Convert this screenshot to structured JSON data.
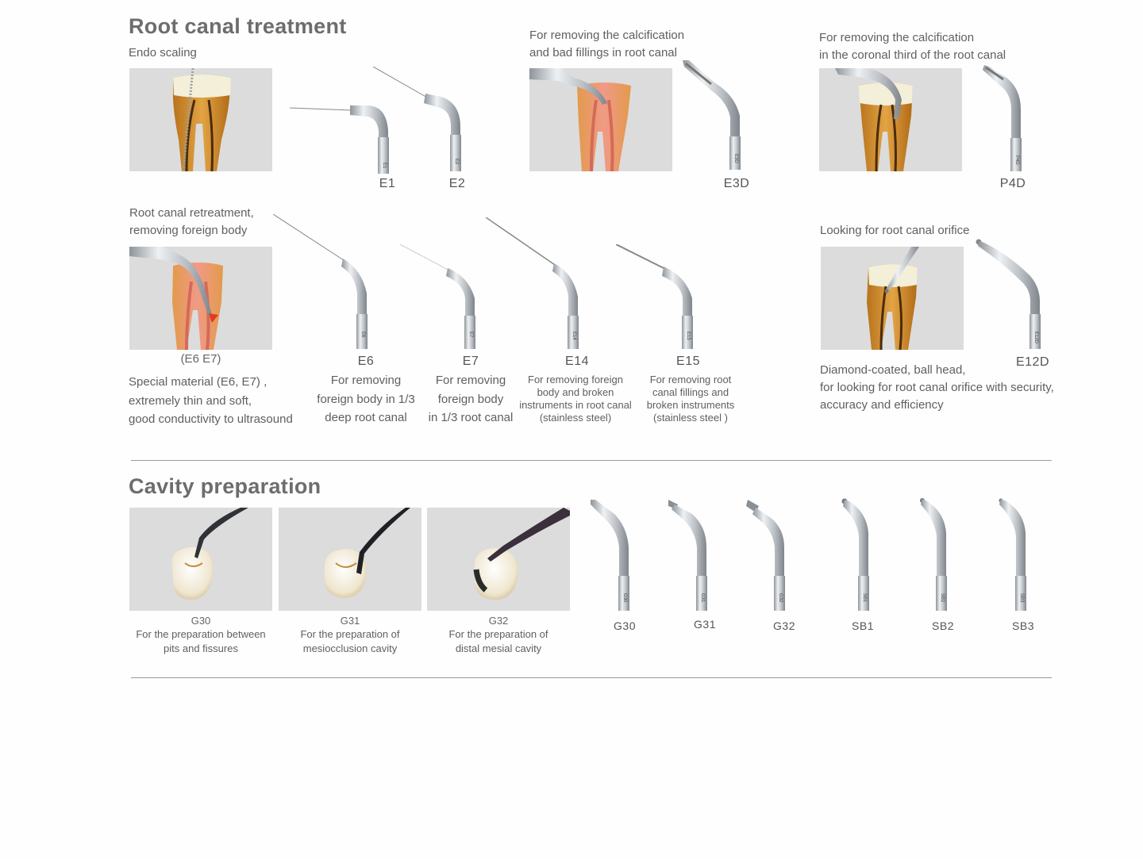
{
  "root_canal": {
    "title": "Root canal treatment",
    "endo_scaling": {
      "caption": "Endo scaling",
      "tips": [
        "E1",
        "E2"
      ],
      "engravings": [
        "E1",
        "E2"
      ]
    },
    "calcification": {
      "caption_lines": [
        "For removing the calcification",
        "and bad fillings in root canal"
      ],
      "tip": "E3D",
      "engraving": "E3D"
    },
    "coronal": {
      "caption_lines": [
        "For removing the calcification",
        "in the coronal third of the root canal"
      ],
      "tip": "P4D",
      "engraving": "P4D"
    },
    "retreatment": {
      "caption_lines": [
        "Root canal retreatment,",
        "removing foreign body"
      ],
      "photo_label": "(E6 E7)",
      "desc_lines": [
        "Special material (E6, E7) ,",
        "extremely thin and soft,",
        "good conductivity to ultrasound"
      ],
      "tips": [
        {
          "code": "E6",
          "engraving": "E6",
          "desc_lines": [
            "For removing",
            "foreign body in 1/3",
            "deep root canal"
          ]
        },
        {
          "code": "E7",
          "engraving": "E7",
          "desc_lines": [
            "For removing",
            "foreign body",
            "in 1/3 root canal"
          ]
        },
        {
          "code": "E14",
          "engraving": "E14",
          "desc_lines": [
            "For removing foreign",
            "body and broken",
            "instruments in root canal",
            "(stainless steel)"
          ]
        },
        {
          "code": "E15",
          "engraving": "E15",
          "desc_lines": [
            "For removing root",
            "canal fillings and",
            "broken instruments",
            "(stainless steel )"
          ]
        }
      ]
    },
    "orifice": {
      "caption": "Looking for root canal orifice",
      "tip": "E12D",
      "engraving": "E12D",
      "desc_lines": [
        "Diamond-coated, ball head,",
        "for looking for root canal orifice with security,",
        "accuracy and efficiency"
      ]
    }
  },
  "cavity": {
    "title": "Cavity preparation",
    "photos": [
      {
        "code": "G30",
        "desc_lines": [
          "For the preparation between",
          "pits and fissures"
        ]
      },
      {
        "code": "G31",
        "desc_lines": [
          "For the preparation of",
          "mesiocclusion cavity"
        ]
      },
      {
        "code": "G32",
        "desc_lines": [
          "For the preparation of",
          "distal mesial cavity"
        ]
      }
    ],
    "tips": [
      {
        "code": "G30",
        "engraving": "G30"
      },
      {
        "code": "G31",
        "engraving": "G31"
      },
      {
        "code": "G32",
        "engraving": "G32"
      },
      {
        "code": "SB1",
        "engraving": "SB1"
      },
      {
        "code": "SB2",
        "engraving": "SB2"
      },
      {
        "code": "SB3",
        "engraving": "SB3"
      }
    ]
  },
  "colors": {
    "photo_bg": "#dcdcdc",
    "steel": "#b8bdc2",
    "dentin": "#c98a2e",
    "enamel": "#f4efd9",
    "text": "#5f5f5f",
    "heading": "#6d6d6d"
  }
}
